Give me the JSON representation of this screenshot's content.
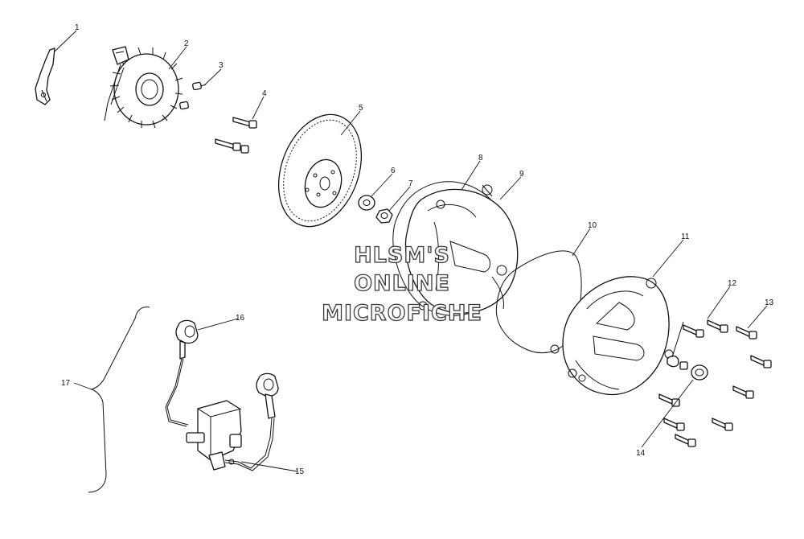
{
  "watermark": {
    "lines": [
      "HLSM'S",
      "ONLINE",
      "MICROFICHE"
    ]
  },
  "callouts": [
    "1",
    "2",
    "3",
    "4",
    "5",
    "6",
    "7",
    "8",
    "9",
    "10",
    "11",
    "12",
    "13",
    "14",
    "15",
    "16",
    "17"
  ]
}
